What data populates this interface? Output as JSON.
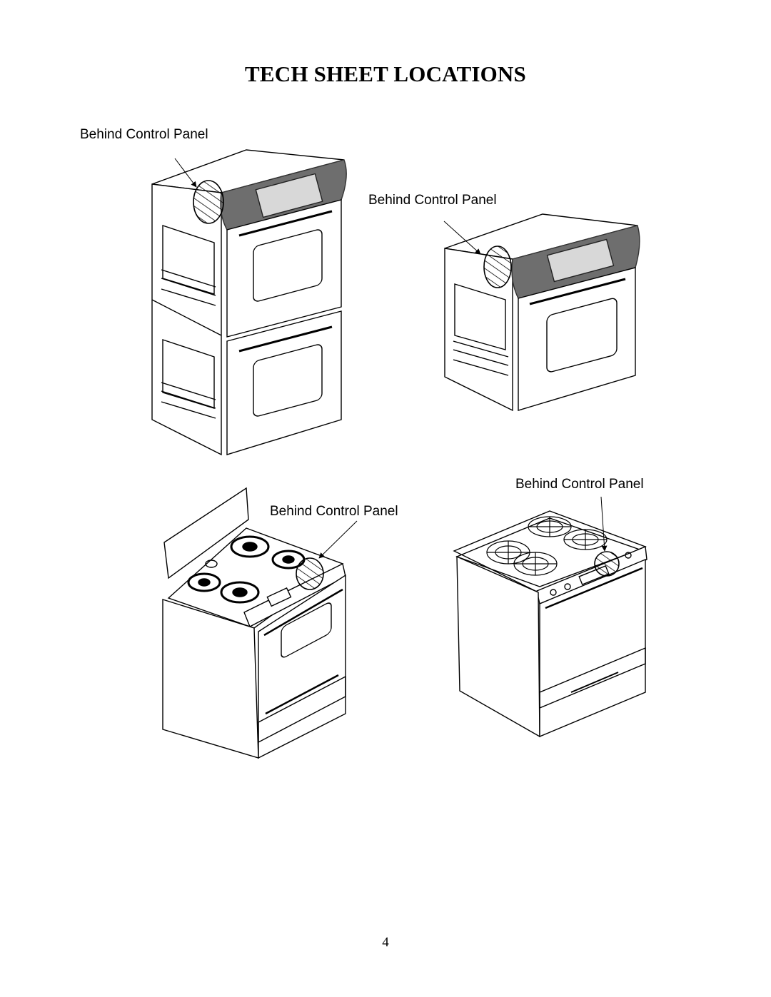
{
  "title": "TECH SHEET LOCATIONS",
  "labels": {
    "double_oven": "Behind Control Panel",
    "single_oven": "Behind Control Panel",
    "freestanding_range": "Behind Control Panel",
    "slide_in_range": "Behind Control Panel"
  },
  "page_number": "4"
}
